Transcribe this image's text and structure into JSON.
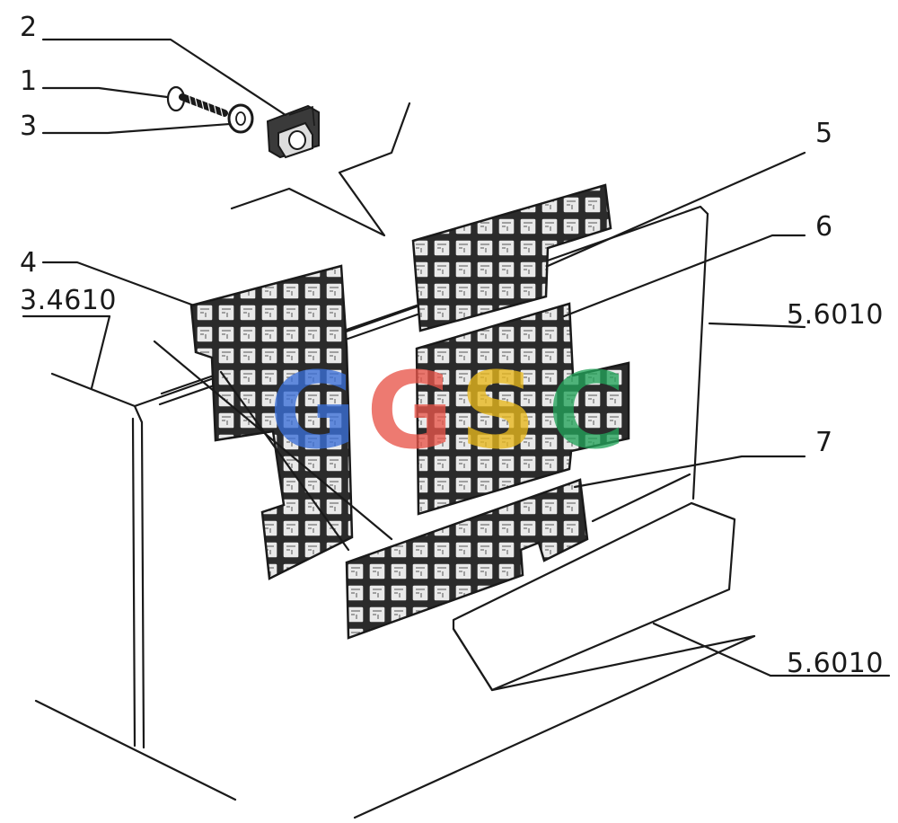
{
  "callouts": {
    "label_2": "2",
    "label_1": "1",
    "label_3": "3",
    "label_5": "5",
    "label_6": "6",
    "label_4": "4",
    "label_ref_left": "3.4610",
    "label_ref_right_top": "5.6010",
    "label_7": "7",
    "label_ref_right_bottom": "5.6010"
  },
  "watermark": {
    "letters": [
      "G",
      "G",
      "S",
      "C"
    ],
    "colors": [
      "#3a6fd8",
      "#e8554a",
      "#e8b81c",
      "#23a35a"
    ]
  },
  "colors": {
    "ink": "#1a1a1a",
    "panel_dark": "#2b2b2b",
    "cell_light": "#e9e9e9"
  },
  "icons": [
    "screw-icon",
    "washer-icon",
    "clip-nut-icon"
  ]
}
